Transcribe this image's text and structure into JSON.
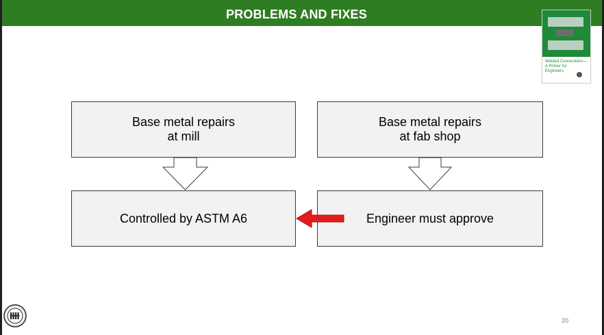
{
  "slide": {
    "title": "PROBLEMS AND FIXES",
    "page_number": "20",
    "colors": {
      "title_bar": "#2f7d22",
      "arrow": "#e31d1d",
      "box_fill": "#f2f2f2"
    }
  },
  "diagram": {
    "box_top_left": "Base metal repairs\nat mill",
    "box_top_right": "Base metal repairs\nat fab shop",
    "box_bottom_left": "Controlled by ASTM A6",
    "box_bottom_right": "Engineer must approve"
  },
  "thumbnail": {
    "caption_line1": "Welded Connections—",
    "caption_line2": "A Primer for",
    "caption_line3": "Engineers"
  },
  "icons": {
    "logo": "aisc-seal-icon",
    "down_arrow": "outline-down-arrow-icon",
    "left_arrow": "red-left-arrow-icon"
  }
}
